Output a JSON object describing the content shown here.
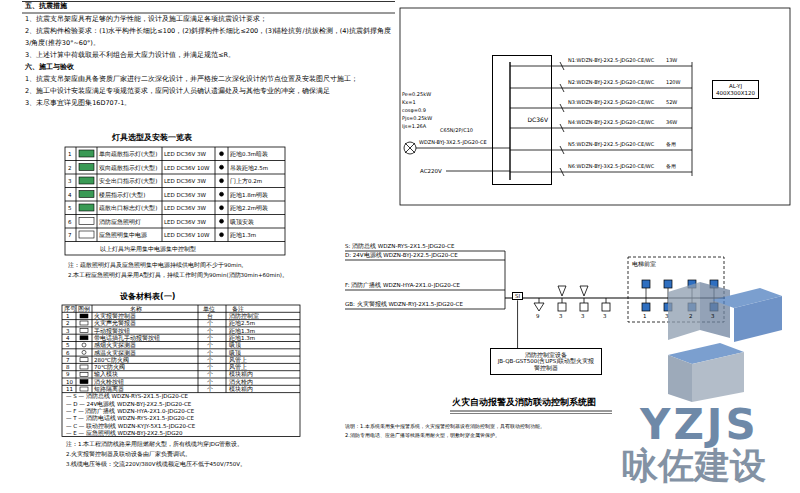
{
  "diagram": {
    "title": "火灾自动报警及消防联动控制系统图",
    "nodes": [
      {
        "text": [
          "DC36V"
        ]
      },
      {
        "text": [
          "AL-YJ",
          "400X300X120"
        ]
      },
      {
        "text": [
          "消防控制室设备",
          "JB-QB-GST500(含UPS)联动型火灾报警控制器"
        ]
      },
      {
        "text": [
          "SI"
        ]
      }
    ],
    "edges": [
      {
        "from": 2,
        "to": 3,
        "arrow": "none"
      }
    ],
    "labels": [
      "五、抗震措施",
      "1、抗震支吊架应具有足够的力学性能，设计及施工应满足各项抗震设计要求；",
      "2、抗震构件检验要求：(1)水平构件长细比≤100，(2)斜撑构件长细比≤200，(3)锚栓抗剪/抗拔检测，(4)抗震斜撑角度",
      "3/角度(推荐30°~60°)。",
      "3、上述计算中荷载取最不利组合最大应力设计值，并满足规范≤R。",
      "六、施工与验收",
      "1、抗震支吊架应由具备资质厂家进行二次深化设计，并严格按二次深化设计的节点位置及安装图尺寸施工；",
      "2、施工中设计安装应满足专项规范要求，应同设计人员确认遗漏处及与其他专业的冲突，确保满足",
      "3、未尽事宜详见图集16D707-1。",
      "灯具选型及安装一览表",
      "1",
      "单向疏散指示灯(大型)",
      "LED DC36V 3W",
      "距地0.3m暗装",
      "2",
      "双向疏散指示灯(大型)",
      "LED DC36V 10W",
      "吊装距地2.5m",
      "3",
      "安全出口指示灯(大型)",
      "LED DC36V 3W",
      "门上方0.2m",
      "4",
      "楼层指示灯(大型)",
      "LED DC36V 3W",
      "距地1.8m明装",
      "5",
      "疏散出口标志灯(大型)",
      "LED DC36V 3W",
      "距地2.2m明装",
      "6",
      "消防应急照明灯",
      "LED DC36V 3W",
      "吸顶安装",
      "7",
      "应急照明集中电源",
      "LED DC36V 10W",
      "距地1.3m",
      "以上灯具均采用集中电源集中控制型",
      "注：疏散照明灯具及应急照明集中电源持续供电时间不少于90min。",
      "2.本工程应急照明灯具采用A型灯具，持续工作时间为90min(消防30min+60min)。",
      "设备材料表(一)",
      "序号",
      "图例",
      "名称",
      "单位",
      "备注",
      "1",
      "火灾报警控制器",
      "台",
      "消防控制室",
      "2",
      "火灾声光警报器",
      "个",
      "距地2.5m",
      "3",
      "手动报警按钮",
      "个",
      "距地1.3m",
      "4",
      "带电话插孔手动报警按钮",
      "个",
      "距地1.3m",
      "5",
      "感烟火灾探测器",
      "个",
      "吸顶",
      "6",
      "感温火灾探测器",
      "个",
      "吸顶",
      "7",
      "280℃防火阀",
      "个",
      "风管上",
      "8",
      "70℃防火阀",
      "个",
      "风管上",
      "9",
      "输入模块",
      "个",
      "模块箱内",
      "10",
      "消火栓按钮",
      "个",
      "消火栓内",
      "11",
      "短路隔离器",
      "个",
      "模块箱内",
      "— S — 消防总线 WDZN-RYS-2X1.5-JDG20-CE",
      "— D — 24V电源线 WDZN-BYJ-2X2.5-JDG20-CE",
      "— F — 消防广播线 WDZN-HYA-2X1.0-JDG20-CE",
      "— T — 消防电话线 WDZN-RYS-2X1.5-JDG20-CE",
      "— C — 联动控制线 WDZN-KYJY-5X1.5-JDG20-CE",
      "— E — 应急照明线 WDZN-BYJ-2X2.5-JDG20",
      "注：1.本工程消防线路采用阻燃耐火型，所有线缆均穿JDG管敷设。",
      "2.火灾报警控制器及联动设备由厂家负责调试。",
      "3.线缆电压等级：交流220V/380V线缆额定电压不低于450V/750V。",
      "AC220V",
      "WDZN-BYJ-3X2.5-JDG20-CE",
      "Pe=0.25kW",
      "Kx=1",
      "cosφ=0.9",
      "Pjs=0.25kW",
      "Ijs=1.26A",
      "C65N/2P/C10",
      "N1:WDZN-BYJ-2X2.5-JDG20-CE/WC",
      "N2:WDZN-BYJ-2X2.5-JDG20-CE/WC",
      "N3:WDZN-BYJ-2X2.5-JDG20-CE/WC",
      "N4:WDZN-BYJ-2X2.5-JDG20-CE/WC",
      "N5:WDZN-BYJ-2X2.5-JDG20-CE/WC",
      "N6:WDZN-BYJ-3X2.5-JDG20-CE/WC",
      "13W",
      "120W",
      "52W",
      "36W",
      "备用",
      "备用",
      "S: 消防总线 WDZN-RYS-2X1.5-JDG20-CE",
      "D: 24V电源线 WDZN-BYJ-2X2.5-JDG20-CE",
      "F: 消防广播线 WDZN-HYA-2X1.0-JDG20-CE",
      "GB: 火灾警报线 WDZN-RYJ-2X1.5-JDG20-CE",
      "电梯前室",
      "9",
      "3",
      "3",
      "3",
      "1",
      "3",
      "2",
      "3",
      "说明：1.本系统采用集中报警系统，火灾报警控制器设在消防控制室，具有联动控制功能。",
      "2.消防专用电话、应急广播等线路采用耐火型，明敷时穿金属管保护。",
      "YZJS",
      "咏佐建设"
    ]
  }
}
